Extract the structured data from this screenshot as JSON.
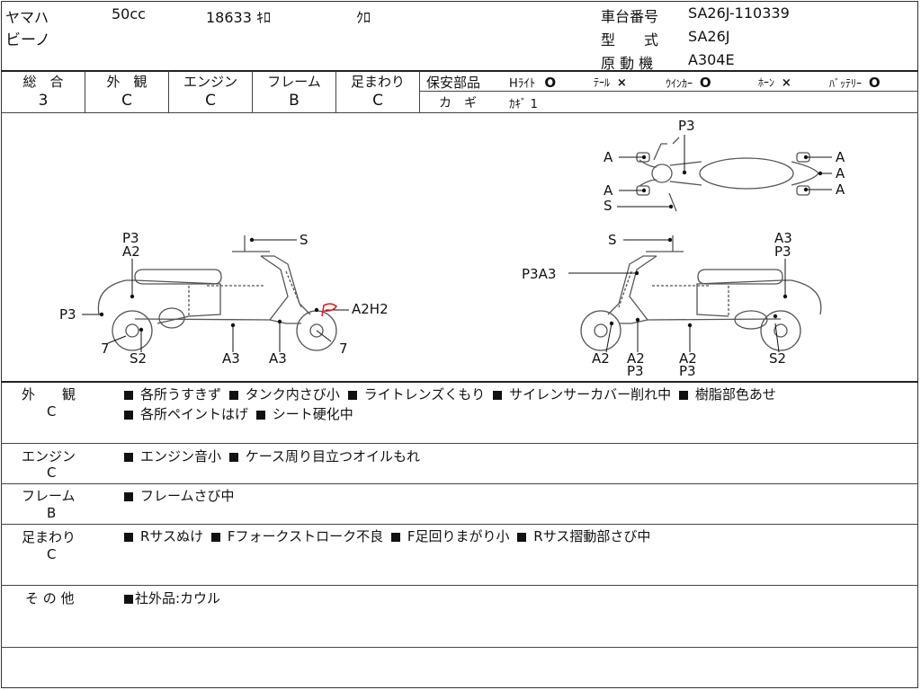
{
  "header": {
    "maker": "ヤマハ",
    "cc": "50cc",
    "mileage": "18633 ｷﾛ",
    "color": "ｸﾛ",
    "model": "ビーノ",
    "frame_no_label": "車台番号",
    "frame_no": "SA26J-110339",
    "type_label": "型　　式",
    "type": "SA26J",
    "engine_label": "原 動 機",
    "engine": "A304E"
  },
  "grades": {
    "overall_label": "総　合",
    "overall": "3",
    "exterior_label": "外　観",
    "exterior": "C",
    "engine_label": "エンジン",
    "engine": "C",
    "frame_label": "フレーム",
    "frame": "B",
    "suspension_label": "足まわり",
    "suspension": "C"
  },
  "safety": {
    "label": "保安部品",
    "items": [
      {
        "name": "Hﾗｲﾄ",
        "mark": "O"
      },
      {
        "name": "ﾃｰﾙ",
        "mark": "×"
      },
      {
        "name": "ｳｲﾝｶｰ",
        "mark": "O"
      },
      {
        "name": "ﾎｰﾝ",
        "mark": "×"
      },
      {
        "name": "ﾊﾞｯﾃﾘｰ",
        "mark": "O"
      }
    ],
    "key_label": "カ　ギ",
    "key_value": "ｶｷﾞ 1"
  },
  "diagram_labels": {
    "top_p3": "P3",
    "top_a_fl": "A",
    "top_a_rl": "A",
    "top_s": "S",
    "top_a_r1": "A",
    "top_a_r2": "A",
    "top_a_r3": "A",
    "left_p3a2": [
      "P3",
      "A2"
    ],
    "left_s": "S",
    "left_p3": "P3",
    "left_7a": "7",
    "left_s2": "S2",
    "left_a3a": "A3",
    "left_a3b": "A3",
    "left_7b": "7",
    "left_a2h2": "A2H2",
    "right_s": "S",
    "right_a3p3": [
      "A3",
      "P3"
    ],
    "right_p3a3": "P3A3",
    "right_a2": "A2",
    "right_a2p3a": [
      "A2",
      "P3"
    ],
    "right_a2p3b": [
      "A2",
      "P3"
    ],
    "right_s2": "S2"
  },
  "remarks": [
    {
      "label": "外　　観",
      "grade": "C",
      "lines": [
        [
          "各所うすきず",
          "タンク内さび小",
          "ライトレンズくもり",
          "サイレンサーカバー削れ中",
          "樹脂部色あせ"
        ],
        [
          "各所ペイントはげ",
          "シート硬化中"
        ]
      ]
    },
    {
      "label": "エンジン",
      "grade": "C",
      "lines": [
        [
          "エンジン音小",
          "ケース周り目立つオイルもれ"
        ]
      ]
    },
    {
      "label": "フレーム",
      "grade": "B",
      "lines": [
        [
          "フレームさび中"
        ]
      ]
    },
    {
      "label": "足まわり",
      "grade": "C",
      "lines": [
        [
          "Rサスぬけ",
          "Fフォークストローク不良",
          "F足回りまがり小",
          "Rサス摺動部さび中"
        ]
      ]
    },
    {
      "label": "そ の 他",
      "grade": "",
      "lines": [
        [
          "社外品:カウル"
        ]
      ]
    }
  ]
}
